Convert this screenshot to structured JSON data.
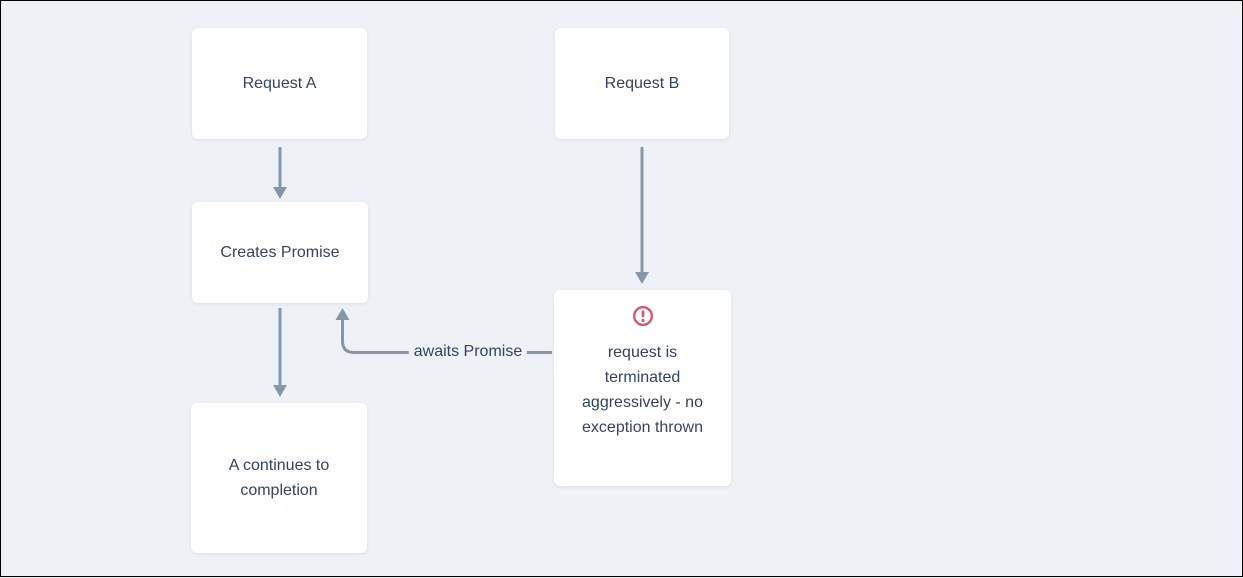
{
  "diagram": {
    "type": "flowchart",
    "colors": {
      "background": "#eef2f6",
      "node_background": "#ffffff",
      "text": "#33445c",
      "arrow": "#8897a8",
      "alert": "#d5586e"
    },
    "nodes": [
      {
        "id": "request-a",
        "label": "Request A"
      },
      {
        "id": "creates-promise",
        "label": "Creates Promise"
      },
      {
        "id": "a-continues",
        "label": "A continues to completion"
      },
      {
        "id": "request-b",
        "label": "Request B"
      },
      {
        "id": "request-terminated",
        "label": "request is terminated aggressively - no exception thrown",
        "icon": "alert-circle-icon"
      }
    ],
    "edges": [
      {
        "from": "request-a",
        "to": "creates-promise",
        "label": ""
      },
      {
        "from": "creates-promise",
        "to": "a-continues",
        "label": ""
      },
      {
        "from": "request-b",
        "to": "request-terminated",
        "label": ""
      },
      {
        "from": "request-terminated",
        "to": "creates-promise",
        "label": "awaits Promise"
      }
    ],
    "edge_label": "awaits Promise"
  }
}
